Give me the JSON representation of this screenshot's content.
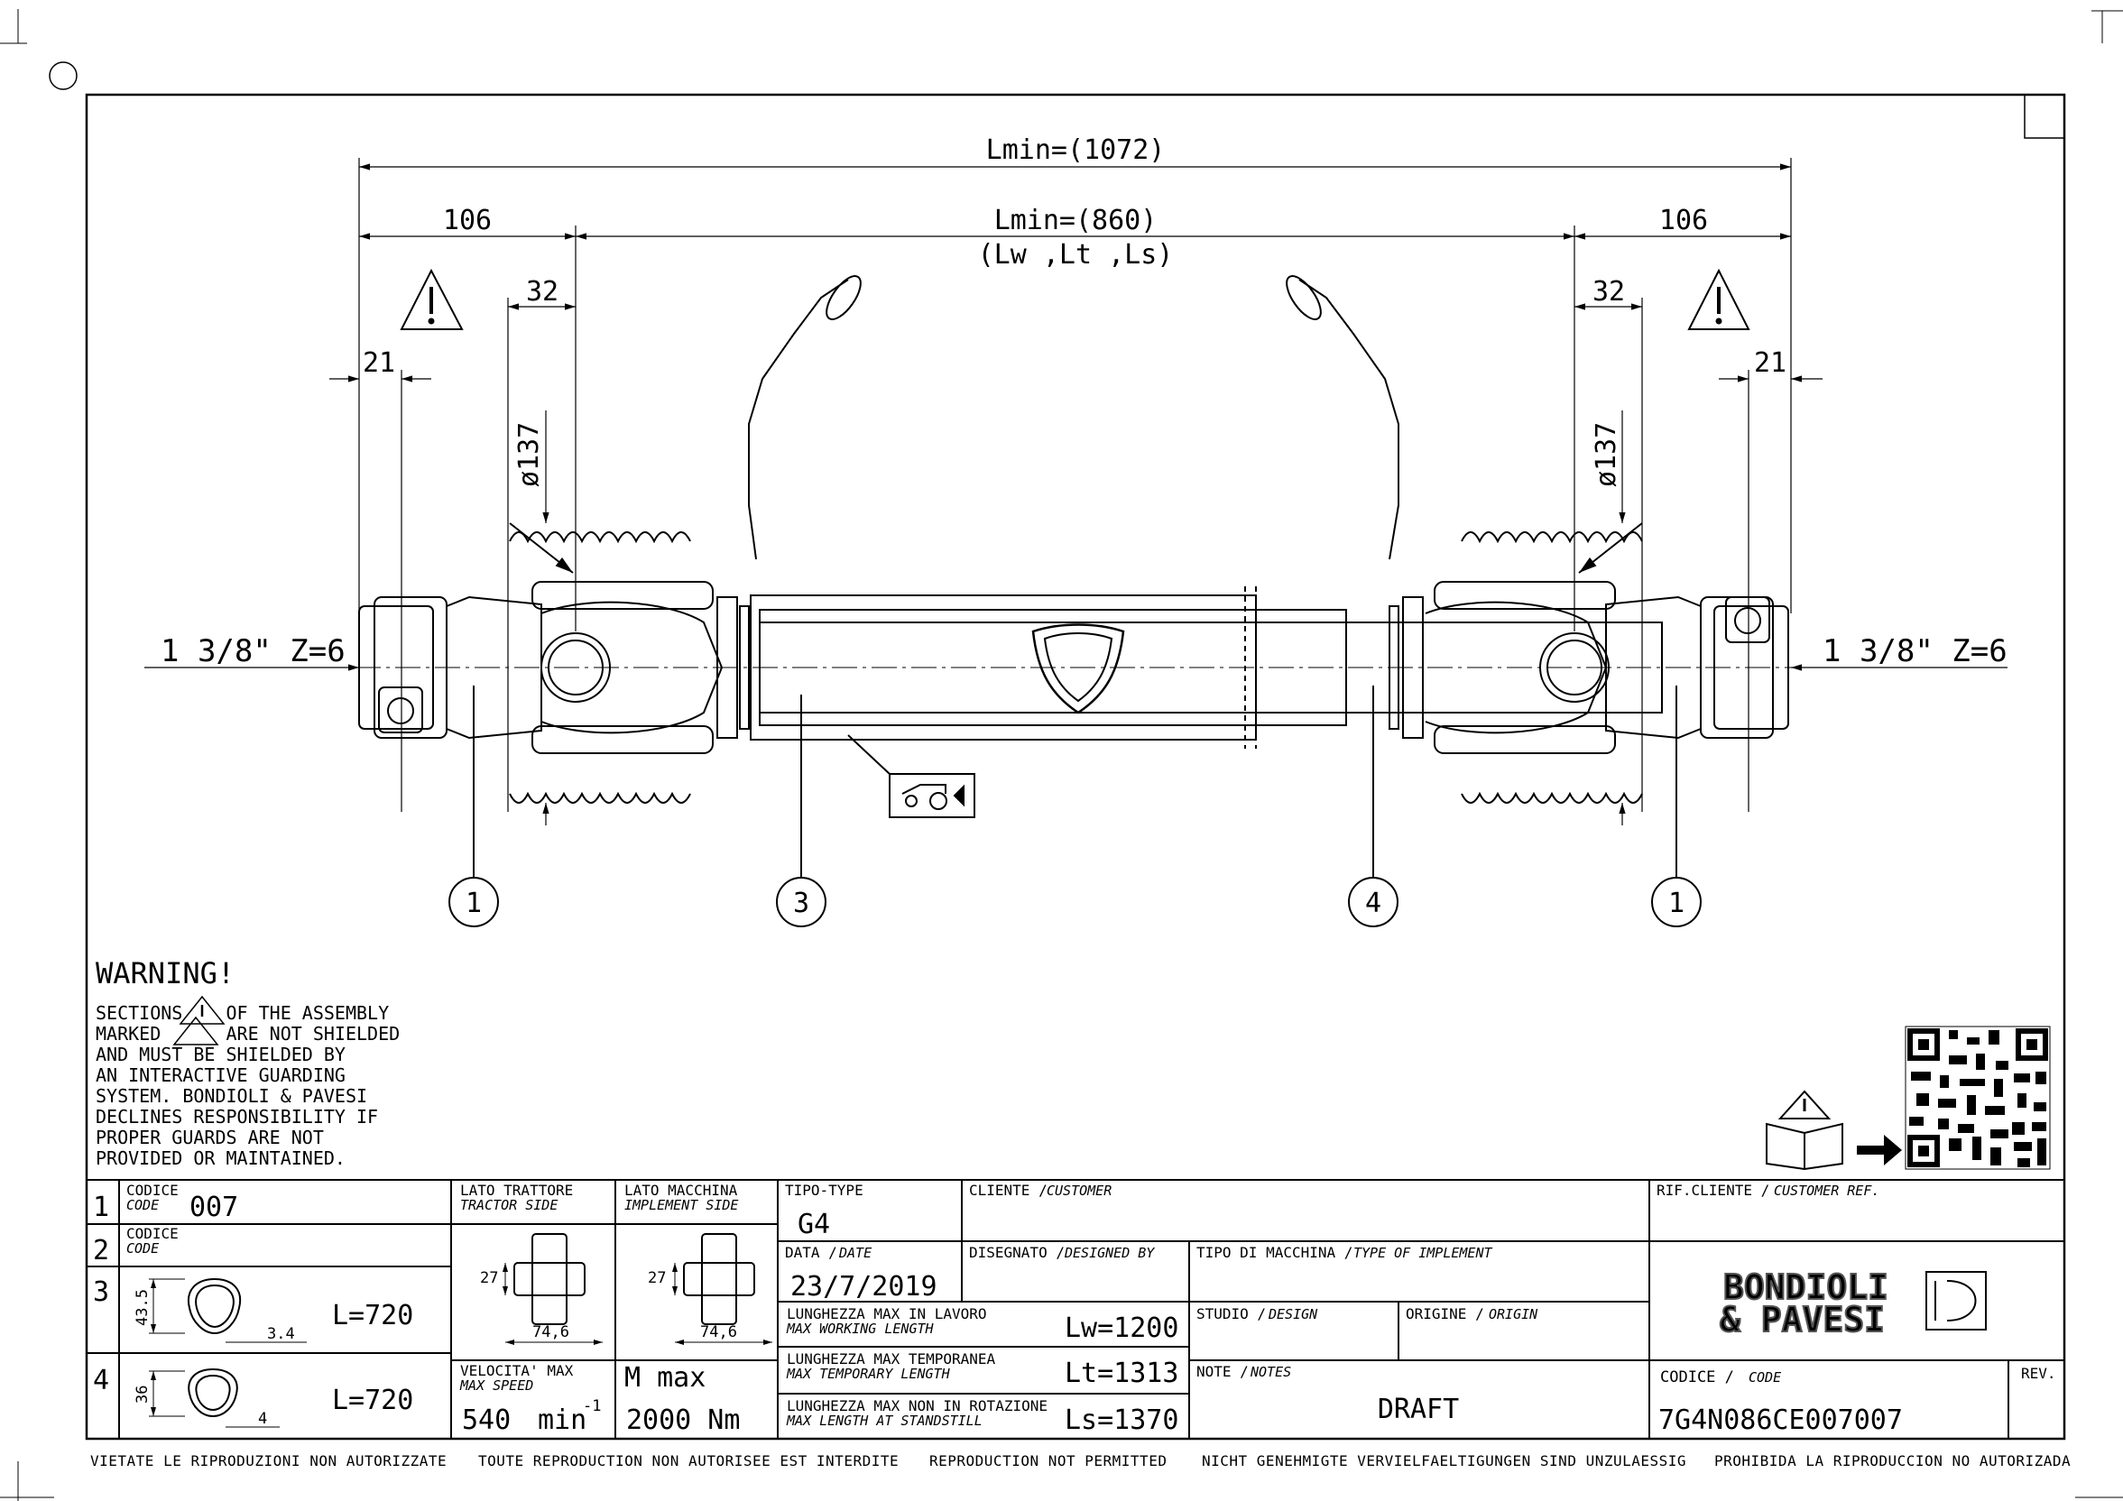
{
  "dimensions": {
    "lmin_total": "Lmin=(1072)",
    "lmin_inner": "Lmin=(860)",
    "lw_lt_ls": "(Lw ,Lt ,Ls)",
    "left_106": "106",
    "right_106": "106",
    "left_32": "32",
    "right_32": "32",
    "left_21": "21",
    "right_21": "21",
    "left_dia": "ø137",
    "right_dia": "ø137",
    "left_spline": "1 3/8\" Z=6",
    "right_spline": "1 3/8\" Z=6"
  },
  "balloons": {
    "b1_left": "1",
    "b3": "3",
    "b4": "4",
    "b1_right": "1"
  },
  "warning": {
    "title": "WARNING!",
    "lines": [
      "SECTIONS    OF THE ASSEMBLY",
      "MARKED      ARE NOT SHIELDED",
      "AND MUST BE SHIELDED BY",
      "AN INTERACTIVE GUARDING",
      "SYSTEM. BONDIOLI & PAVESI",
      "DECLINES RESPONSIBILITY IF",
      "PROPER GUARDS ARE NOT",
      "PROVIDED OR MAINTAINED."
    ]
  },
  "parts": {
    "row1_num": "1",
    "row1_label_it": "CODICE",
    "row1_label_en": "CODE",
    "row1_value": "007",
    "row2_num": "2",
    "row2_label_it": "CODICE",
    "row2_label_en": "CODE",
    "row3_num": "3",
    "row3_h": "43.5",
    "row3_t": "3.4",
    "row3_len": "L=720",
    "row4_num": "4",
    "row4_h": "36",
    "row4_t": "4",
    "row4_len": "L=720"
  },
  "joints": {
    "tractor_it": "LATO TRATTORE",
    "tractor_en": "TRACTOR SIDE",
    "implement_it": "LATO MACCHINA",
    "implement_en": "IMPLEMENT SIDE",
    "cross_h_left": "27",
    "cross_w_left": "74,6",
    "cross_h_right": "27",
    "cross_w_right": "74,6",
    "speed_it": "VELOCITA' MAX",
    "speed_en": "MAX SPEED",
    "speed_value": "540",
    "speed_unit": "min",
    "speed_exp": "-1",
    "torque_label": "M max",
    "torque_value": "2000 Nm"
  },
  "titleblock": {
    "type_label": "TIPO-TYPE",
    "type_value": "G4",
    "customer_it": "CLIENTE /",
    "customer_en": "CUSTOMER",
    "ref_it": "RIF.CLIENTE /",
    "ref_en": "CUSTOMER REF.",
    "date_it": "DATA /",
    "date_en": "DATE",
    "date_value": "23/7/2019",
    "designed_it": "DISEGNATO /",
    "designed_en": "DESIGNED BY",
    "implement_it": "TIPO DI MACCHINA /",
    "implement_en": "TYPE OF IMPLEMENT",
    "lw_it": "LUNGHEZZA MAX IN LAVORO",
    "lw_en": "MAX WORKING LENGTH",
    "lw_value": "Lw=1200",
    "lt_it": "LUNGHEZZA MAX TEMPORANEA",
    "lt_en": "MAX TEMPORARY LENGTH",
    "lt_value": "Lt=1313",
    "ls_it": "LUNGHEZZA MAX NON IN ROTAZIONE",
    "ls_en": "MAX LENGTH AT STANDSTILL",
    "ls_value": "Ls=1370",
    "studio_it": "STUDIO /",
    "studio_en": "DESIGN",
    "origin_it": "ORIGINE /",
    "origin_en": "ORIGIN",
    "notes_it": "NOTE /",
    "notes_en": "NOTES",
    "notes_value": "DRAFT",
    "code_it": "CODICE /",
    "code_en": "CODE",
    "code_value": "7G4N086CE007007",
    "rev_label": "REV.",
    "logo_line1": "BONDIOLI",
    "logo_line2": "& PAVESI"
  },
  "footer": [
    "VIETATE LE RIPRODUZIONI NON AUTORIZZATE",
    "TOUTE REPRODUCTION NON AUTORISEE EST INTERDITE",
    "REPRODUCTION NOT PERMITTED",
    "NICHT GENEHMIGTE VERVIELFAELTIGUNGEN SIND UNZULAESSIG",
    "PROHIBIDA LA RIPRODUCCION NO AUTORIZADA"
  ]
}
